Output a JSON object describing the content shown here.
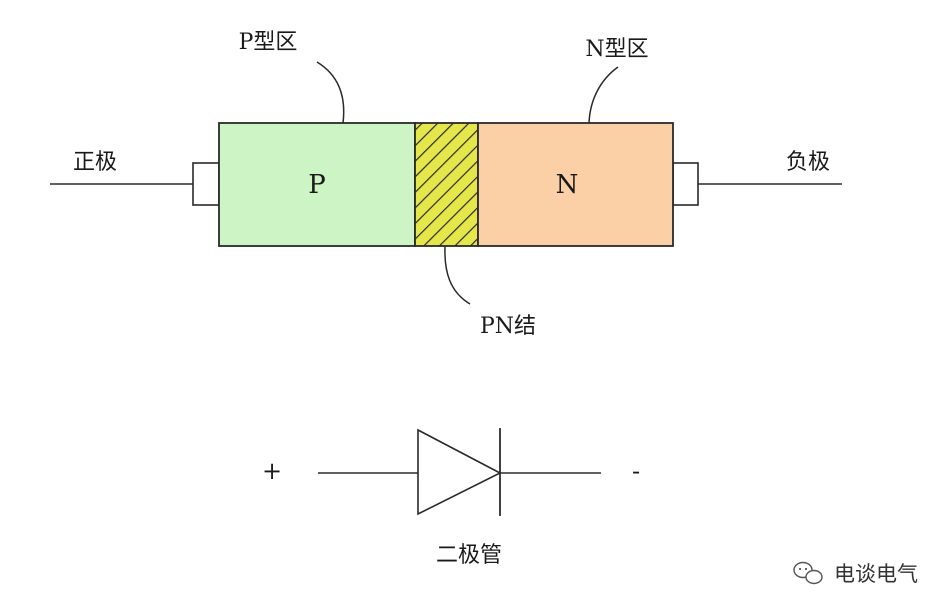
{
  "labels": {
    "p_region": "P型区",
    "n_region": "N型区",
    "positive_pole": "正极",
    "negative_pole": "负极",
    "p_letter": "P",
    "n_letter": "N",
    "pn_junction": "PN结",
    "plus_sign": "+",
    "minus_sign": "-",
    "diode": "二极管"
  },
  "watermark": {
    "text": "电谈电气",
    "icon": "wechat-icon"
  },
  "colors": {
    "p_region": "#cdf4c4",
    "n_region": "#fcd0a6",
    "junction": "#e4e64a",
    "junction_hatch": "#2b2b2b",
    "line": "#2a2a2a"
  }
}
